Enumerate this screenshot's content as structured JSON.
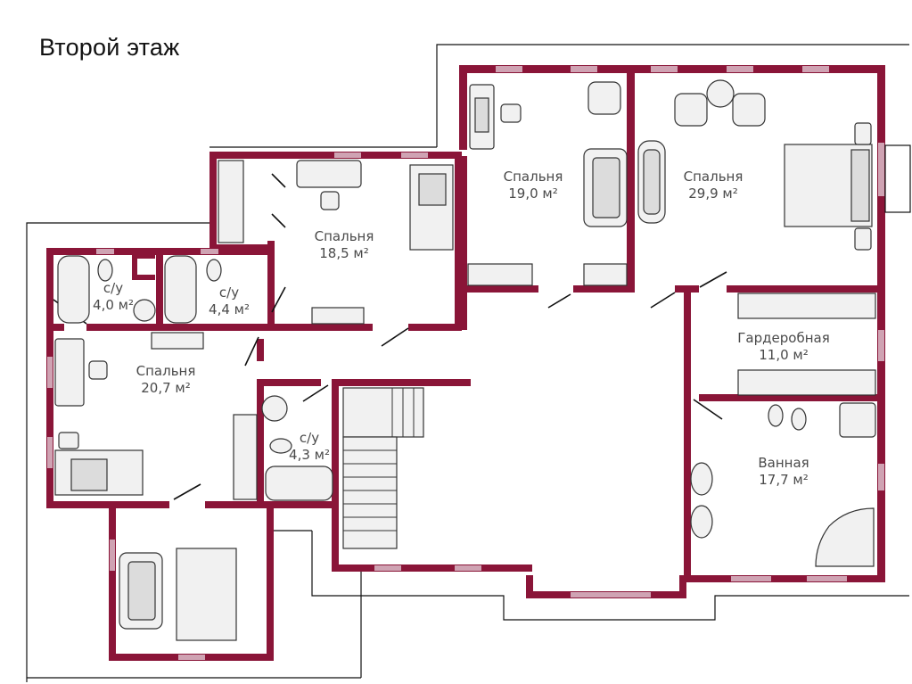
{
  "title": "Второй этаж",
  "colors": {
    "wall": "#8a1538",
    "window": "#cfa3b3",
    "outline": "#111111",
    "label": "#4a4a4a"
  },
  "rooms": [
    {
      "id": "wc1",
      "name": "с/у",
      "area": "4,0 м²"
    },
    {
      "id": "wc2",
      "name": "с/у",
      "area": "4,4 м²"
    },
    {
      "id": "bed185",
      "name": "Спальня",
      "area": "18,5 м²"
    },
    {
      "id": "bed190",
      "name": "Спальня",
      "area": "19,0 м²"
    },
    {
      "id": "bed299",
      "name": "Спальня",
      "area": "29,9 м²"
    },
    {
      "id": "bed207",
      "name": "Спальня",
      "area": "20,7 м²"
    },
    {
      "id": "wc3",
      "name": "с/у",
      "area": "4,3 м²"
    },
    {
      "id": "closet",
      "name": "Гардеробная",
      "area": "11,0 м²"
    },
    {
      "id": "bath",
      "name": "Ванная",
      "area": "17,7 м²"
    }
  ]
}
